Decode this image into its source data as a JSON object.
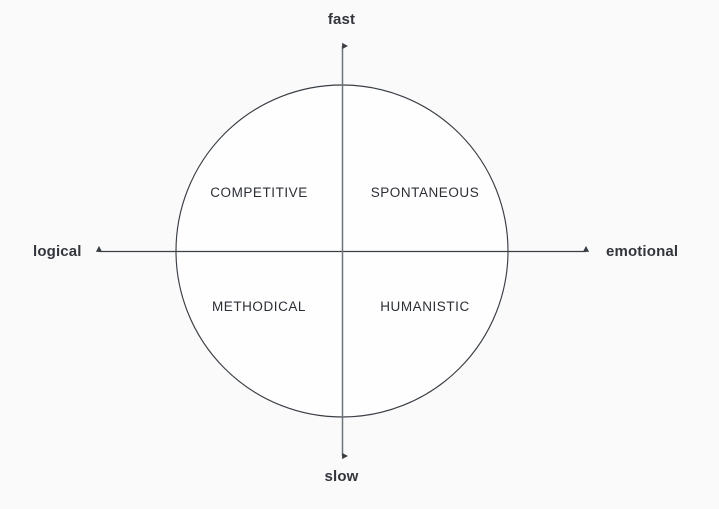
{
  "page": {
    "background_color": "#fafafa",
    "circle_fill_color": "#fefefe",
    "stroke_color": "#3a3f45",
    "text_color": "#2b2f35"
  },
  "chart_data": {
    "type": "scatter",
    "title": "",
    "subtitle": "",
    "xlabel": "",
    "ylabel": "",
    "axes": {
      "horizontal": {
        "left_label": "logical",
        "right_label": "emotional",
        "arrowheads": "both"
      },
      "vertical": {
        "top_label": "fast",
        "bottom_label": "slow",
        "arrowheads": "both"
      }
    },
    "grid": false,
    "legend": "none",
    "quadrants": [
      {
        "name": "COMPETITIVE",
        "x": "logical",
        "y": "fast"
      },
      {
        "name": "SPONTANEOUS",
        "x": "emotional",
        "y": "fast"
      },
      {
        "name": "METHODICAL",
        "x": "logical",
        "y": "slow"
      },
      {
        "name": "HUMANISTIC",
        "x": "emotional",
        "y": "slow"
      }
    ],
    "annotations": []
  },
  "axis_labels": {
    "top": "fast",
    "bottom": "slow",
    "left": "logical",
    "right": "emotional"
  },
  "quadrant_labels": {
    "top_left": "COMPETITIVE",
    "top_right": "SPONTANEOUS",
    "bottom_left": "METHODICAL",
    "bottom_right": "HUMANISTIC"
  }
}
